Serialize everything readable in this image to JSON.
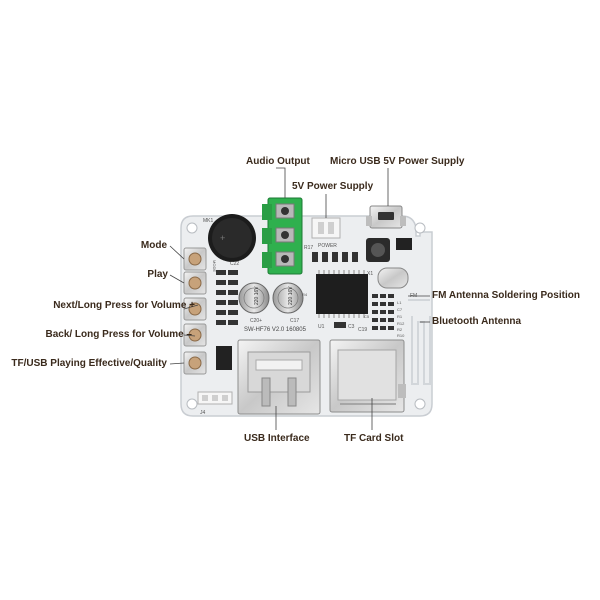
{
  "labels": {
    "audio_output": "Audio Output",
    "micro_usb": "Micro USB 5V Power Supply",
    "power_5v": "5V Power Supply",
    "mode": "Mode",
    "play": "Play",
    "next": "Next/Long Press for Volume +",
    "back": "Back/ Long Press for Volume –",
    "tf_usb": "TF/USB Playing Effective/Quality",
    "fm_antenna": "FM Antenna Soldering Position",
    "bt_antenna": "Bluetooth Antenna",
    "usb_interface": "USB Interface",
    "tf_slot": "TF Card Slot"
  },
  "silkscreen": {
    "board_id": "SW-HF76  V2.0  160805",
    "cap_a": "220 16V",
    "cap_b": "220 16V",
    "c20": "C20+",
    "c17": "C17",
    "c22": "C22",
    "mk1": "MK1",
    "power": "POWER",
    "r17": "R17",
    "x1": "X1",
    "u1": "U1",
    "c3": "C3",
    "c19": "C19",
    "j4": "J4",
    "fm": "FM",
    "mode_txt": "MODE",
    "r4": "R4",
    "c5": "C5",
    "l1": "L1",
    "c7": "C7",
    "r1": "R1",
    "r12": "R12",
    "r2": "R2",
    "r10": "R10"
  },
  "colors": {
    "board": "#eceef0",
    "jack": "#2fb04e",
    "label": "#3a2a1c",
    "leader": "#444444"
  }
}
